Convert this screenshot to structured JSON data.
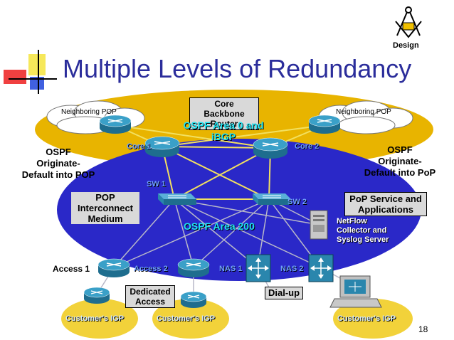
{
  "title": "Multiple Levels of Redundancy",
  "logo_label": "Design",
  "page_number": "18",
  "areas": {
    "backbone_label": "Core Backbone Router",
    "area0_label": "OSPF Area 0 and iBGP",
    "area200_label": "OSPF Area 200"
  },
  "neighbor_pops": [
    "Neighboring POP",
    "Neighboring POP"
  ],
  "ospf_side_notes": {
    "left": [
      "OSPF",
      "Originate-",
      "Default into POP"
    ],
    "right": [
      "OSPF",
      "Originate-",
      "Default into PoP"
    ]
  },
  "devices": {
    "core1": "Core 1",
    "core2": "Core 2",
    "sw1": "SW 1",
    "sw2": "SW 2",
    "access1": "Access 1",
    "access2": "Access 2",
    "nas1": "NAS 1",
    "nas2": "NAS 2"
  },
  "pop_interconnect": [
    "POP",
    "Interconnect",
    "Medium"
  ],
  "pop_services": "PoP Service and Applications",
  "netflow": [
    "NetFlow",
    "Collector and",
    "Syslog Server"
  ],
  "dedicated_access": "Dedicated Access",
  "dialup": "Dial-up",
  "customers": [
    "Customer's IGP",
    "Customer's IGP",
    "Customer's IGP"
  ],
  "colors": {
    "title": "#2b2d9b",
    "area0": "#e8b400",
    "area200": "#2a28c8",
    "customer": "#f2d23a",
    "router": "#2a86ad"
  }
}
